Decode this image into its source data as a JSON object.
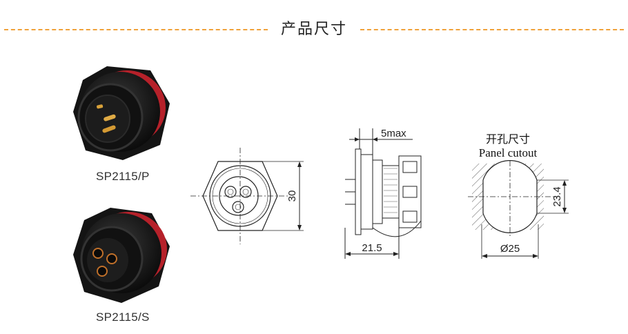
{
  "header": {
    "title": "产品尺寸"
  },
  "products": [
    {
      "label": "SP2115/P"
    },
    {
      "label": "SP2115/S"
    }
  ],
  "front_view": {
    "dim_height": "30"
  },
  "side_view": {
    "dim_max": "5max",
    "dim_length": "21.5"
  },
  "cutout": {
    "title_cn": "开孔尺寸",
    "title_en": "Panel cutout",
    "dim_height": "23.4",
    "dim_diameter": "Ø25"
  },
  "colors": {
    "accent": "#f0a23a",
    "rubber_red": "#c0282d",
    "body_black": "#1a1a1a",
    "pin_gold": "#d9a23a"
  }
}
